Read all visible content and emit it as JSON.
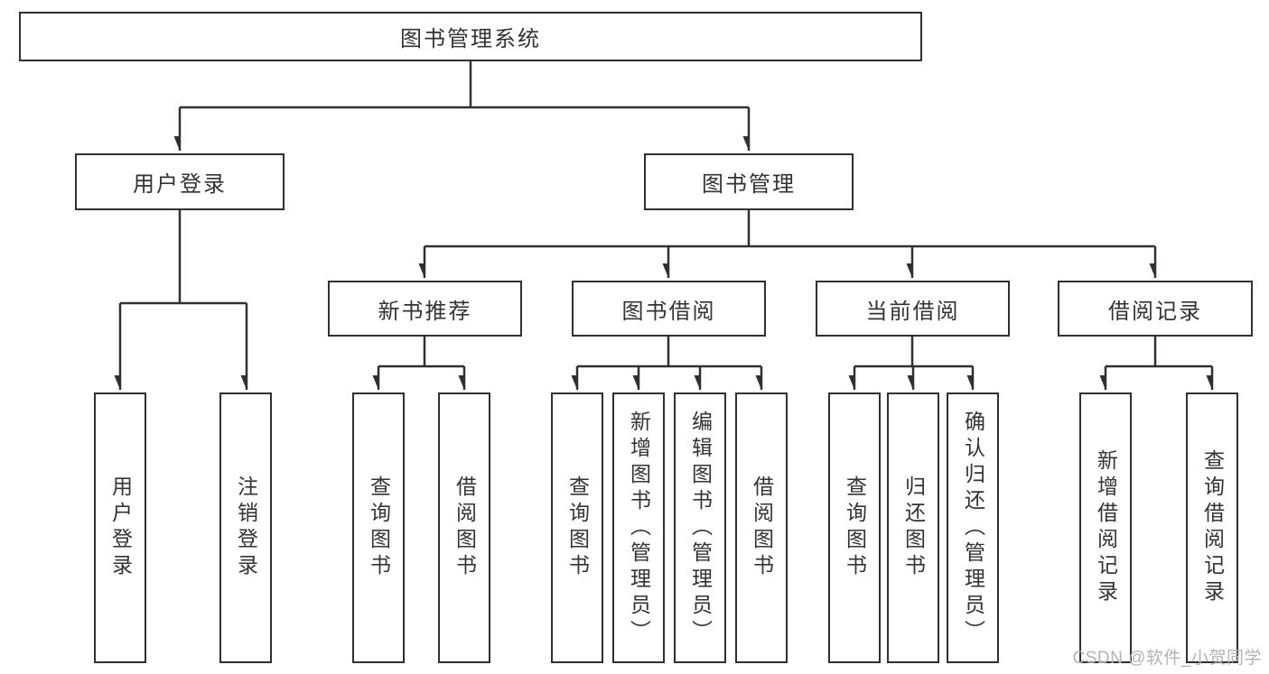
{
  "colors": {
    "line": "#303030",
    "text": "#333333",
    "background": "#ffffff",
    "watermark": "#b3b3b3"
  },
  "watermark": {
    "text": "CSDN @软件_小贺同学"
  },
  "tree": {
    "root": {
      "label": "图书管理系统",
      "children": [
        "user_login",
        "book_management"
      ]
    },
    "user_login": {
      "label": "用户登录",
      "children": [
        "login",
        "logout"
      ]
    },
    "book_management": {
      "label": "图书管理",
      "children": [
        "new_book_recommend",
        "book_borrowing",
        "current_borrowing",
        "borrowing_records"
      ]
    },
    "new_book_recommend": {
      "label": "新书推荐",
      "children": [
        "nbr_query_books",
        "nbr_borrow_books"
      ]
    },
    "book_borrowing": {
      "label": "图书借阅",
      "children": [
        "bb_query_books",
        "bb_add_books",
        "bb_edit_books",
        "bb_borrow_books"
      ]
    },
    "current_borrowing": {
      "label": "当前借阅",
      "children": [
        "cb_query_books",
        "cb_return_books",
        "cb_confirm_return"
      ]
    },
    "borrowing_records": {
      "label": "借阅记录",
      "children": [
        "br_add_record",
        "br_query_record"
      ]
    },
    "login": {
      "label": "用户登录"
    },
    "logout": {
      "label": "注销登录"
    },
    "nbr_query_books": {
      "label": "查询图书"
    },
    "nbr_borrow_books": {
      "label": "借阅图书"
    },
    "bb_query_books": {
      "label": "查询图书"
    },
    "bb_add_books": {
      "label": "新增图书（管理员）"
    },
    "bb_edit_books": {
      "label": "编辑图书（管理员）"
    },
    "bb_borrow_books": {
      "label": "借阅图书"
    },
    "cb_query_books": {
      "label": "查询图书"
    },
    "cb_return_books": {
      "label": "归还图书"
    },
    "cb_confirm_return": {
      "label": "确认归还（管理员）"
    },
    "br_add_record": {
      "label": "新增借阅记录"
    },
    "br_query_record": {
      "label": "查询借阅记录"
    }
  }
}
